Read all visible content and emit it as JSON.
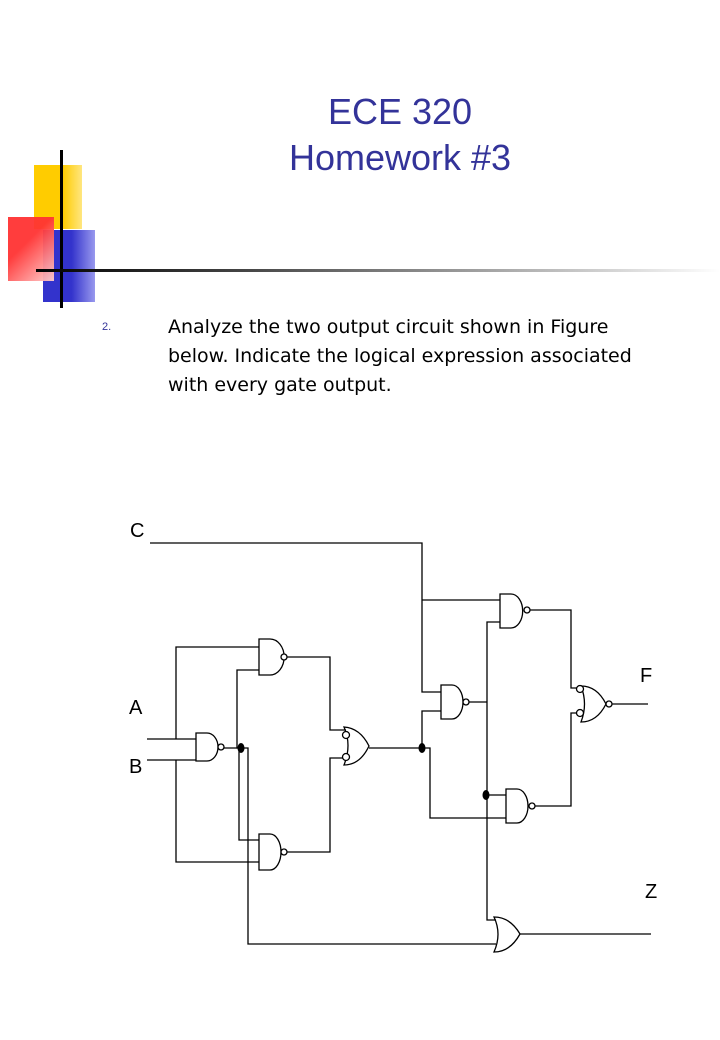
{
  "title": {
    "line1": "ECE 320",
    "line2": "Homework  #3"
  },
  "item": {
    "number": "2.",
    "text_lines": [
      "Analyze the two output circuit shown in Figure",
      "below.  Indicate the logical expression associated",
      "with every gate output."
    ]
  },
  "circuit": {
    "inputs": {
      "c": "C",
      "a": "A",
      "b": "B"
    },
    "outputs": {
      "f": "F",
      "z": "Z"
    }
  },
  "colors": {
    "title": "#333399",
    "deco_yellow": "#FFCC00",
    "deco_blue": "#3333CC",
    "deco_red": "#FF3333"
  }
}
